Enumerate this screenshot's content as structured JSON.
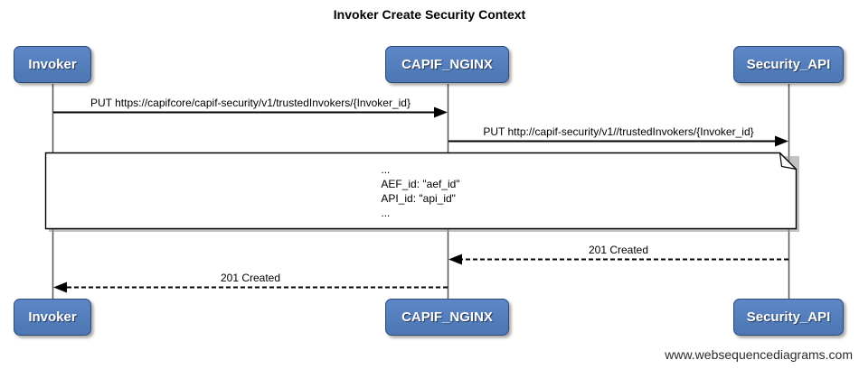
{
  "title": "Invoker Create Security Context",
  "footer": "www.websequencediagrams.com",
  "actors": [
    {
      "id": "invoker",
      "label": "Invoker"
    },
    {
      "id": "capif-nginx",
      "label": "CAPIF_NGINX"
    },
    {
      "id": "security-api",
      "label": "Security_API"
    }
  ],
  "messages": [
    {
      "from": "Invoker",
      "to": "CAPIF_NGINX",
      "line": "solid",
      "direction": "right",
      "label": "PUT https://capifcore/capif-security/v1/trustedInvokers/{Invoker_id}"
    },
    {
      "from": "CAPIF_NGINX",
      "to": "Security_API",
      "line": "solid",
      "direction": "right",
      "label": "PUT http://capif-security/v1//trustedInvokers/{Invoker_id}"
    },
    {
      "from": "Security_API",
      "to": "CAPIF_NGINX",
      "line": "dashed",
      "direction": "left",
      "label": "201 Created"
    },
    {
      "from": "CAPIF_NGINX",
      "to": "Invoker",
      "line": "dashed",
      "direction": "left",
      "label": "201 Created"
    }
  ],
  "note": {
    "lines": [
      "...",
      "AEF_id: \"aef_id\"",
      "API_id: \"api_id\"",
      "..."
    ]
  },
  "colors": {
    "background": "#ffffff",
    "actor_fill": "#4e79b6",
    "actor_fill_light": "#5e87c7",
    "actor_border": "#2d4b77",
    "actor_text": "#ffffff",
    "lifeline": "#555555",
    "message_line": "#000000",
    "note_fill": "#ffffff",
    "note_border": "#000000"
  }
}
